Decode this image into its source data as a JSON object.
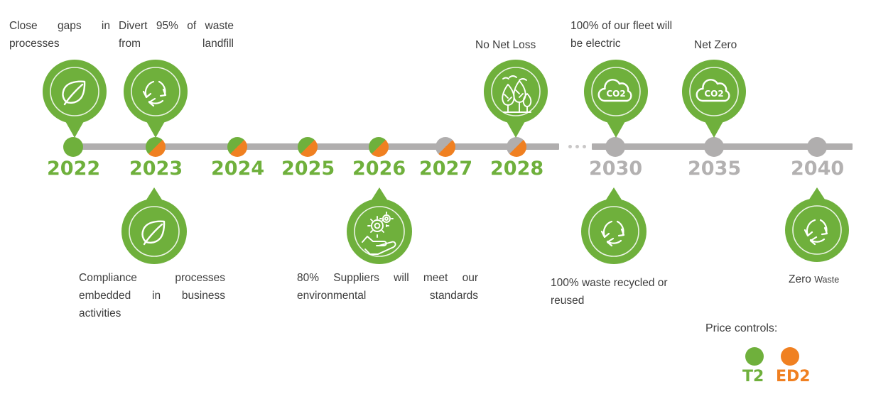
{
  "colors": {
    "green": "#6FB03C",
    "orange": "#F08021",
    "grey": "#B0AEAE",
    "grey_text": "#B3B1B1",
    "text": "#3D3D3D",
    "line": "#B0AEAE"
  },
  "timeline": {
    "milestones": [
      {
        "year": "2022",
        "year_color": "green",
        "dot": "green"
      },
      {
        "year": "2023",
        "year_color": "green",
        "dot": "green-orange"
      },
      {
        "year": "2024",
        "year_color": "green",
        "dot": "green-orange"
      },
      {
        "year": "2025",
        "year_color": "green",
        "dot": "green-orange"
      },
      {
        "year": "2026",
        "year_color": "green",
        "dot": "green-orange"
      },
      {
        "year": "2027",
        "year_color": "green",
        "dot": "grey-orange"
      },
      {
        "year": "2028",
        "year_color": "green",
        "dot": "grey-orange"
      },
      {
        "year": "2030",
        "year_color": "grey",
        "dot": "grey"
      },
      {
        "year": "2035",
        "year_color": "grey",
        "dot": "grey"
      },
      {
        "year": "2040",
        "year_color": "grey",
        "dot": "grey"
      }
    ]
  },
  "pins_above": [
    {
      "id": "pin-2022",
      "icon": "leaf-icon",
      "caption": "Close gaps in processes"
    },
    {
      "id": "pin-2023",
      "icon": "recycle-icon",
      "caption": "Divert 95% of waste from landfill"
    },
    {
      "id": "pin-2028",
      "icon": "trees-icon",
      "caption": "No Net Loss"
    },
    {
      "id": "pin-2030",
      "icon": "co2-cloud-icon",
      "caption": "100% of our fleet will be electric"
    },
    {
      "id": "pin-2035",
      "icon": "co2-cloud-icon",
      "caption": "Net Zero"
    }
  ],
  "pins_below": [
    {
      "id": "pin-2023-below",
      "icon": "leaf-icon",
      "caption": "Compliance processes embedded in business activities"
    },
    {
      "id": "pin-2026-below",
      "icon": "hand-gears-icon",
      "caption": "80% Suppliers will meet our environmental standards"
    },
    {
      "id": "pin-2030-below",
      "icon": "recycle-icon",
      "caption": "100% waste recycled or reused"
    },
    {
      "id": "pin-2040-below",
      "icon": "recycle-icon",
      "caption_main": "Zero ",
      "caption_small": "Waste"
    }
  ],
  "captions": {
    "close_gaps": "Close gaps in processes",
    "divert_waste": "Divert 95% of waste from landfill",
    "no_net_loss": "No Net Loss",
    "fleet_electric": "100% of our fleet will be electric",
    "net_zero": "Net Zero",
    "compliance": "Compliance processes embedded in business activities",
    "suppliers": "80% Suppliers will meet our environmental standards",
    "waste_recycled": "100% waste recycled or reused",
    "zero_main": "Zero",
    "zero_small": "Waste"
  },
  "legend": {
    "title": "Price controls:",
    "items": [
      {
        "label": "T2",
        "color": "#6FB03C"
      },
      {
        "label": "ED2",
        "color": "#F08021"
      }
    ]
  },
  "icons": {
    "co2_text": "CO2"
  }
}
